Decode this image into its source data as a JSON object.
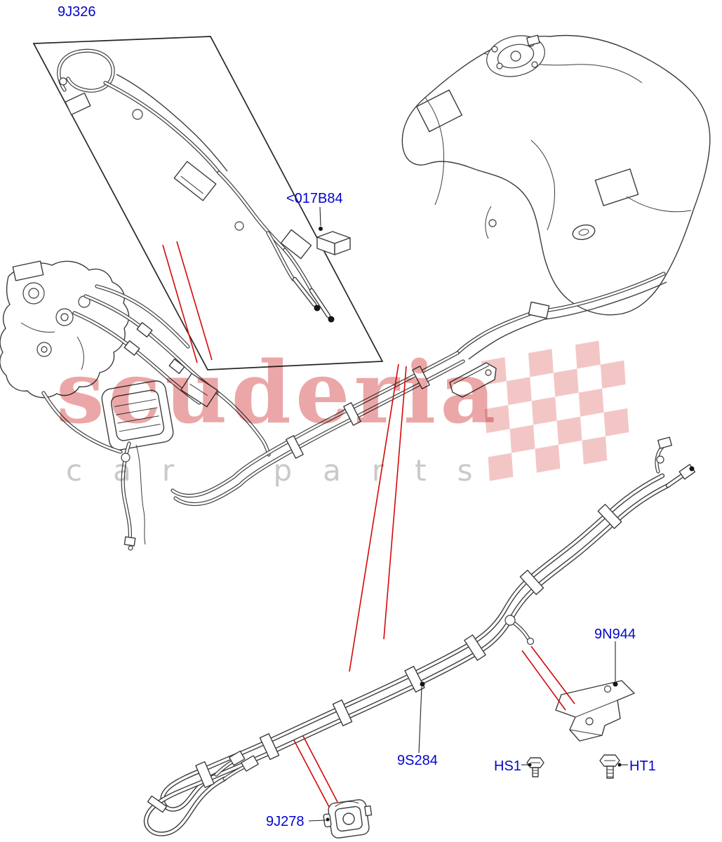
{
  "page": {
    "background": "#ffffff"
  },
  "watermark": {
    "brand": "scuderia",
    "subtitle": "car parts",
    "brand_color": "#e89898",
    "subtitle_color": "#c9c9c9",
    "flag_color": "#f3c6c6"
  },
  "style": {
    "callout_color": "#0404cf",
    "leader_line_color": "#d40808",
    "drawing_line_color": "#3c3c3c"
  },
  "callouts": [
    {
      "part": "9J326"
    },
    {
      "part": "<017B84"
    },
    {
      "part": "9N944"
    },
    {
      "part": "9S284"
    },
    {
      "part": "HS1"
    },
    {
      "part": "HT1"
    },
    {
      "part": "9J278"
    }
  ]
}
